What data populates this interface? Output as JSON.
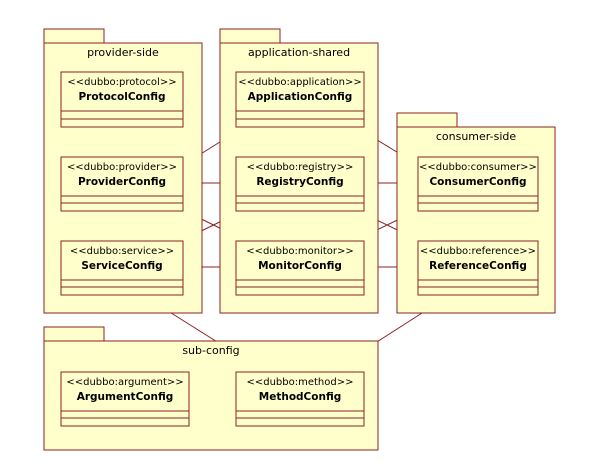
{
  "colors": {
    "fill": "#ffffcc",
    "stroke": "#8a2323"
  },
  "packages": {
    "provider_side": {
      "label": "provider-side"
    },
    "application_shared": {
      "label": "application-shared"
    },
    "consumer_side": {
      "label": "consumer-side"
    },
    "sub_config": {
      "label": "sub-config"
    }
  },
  "classes": {
    "protocol": {
      "stereotype": "<<dubbo:protocol>>",
      "name": "ProtocolConfig"
    },
    "provider": {
      "stereotype": "<<dubbo:provider>>",
      "name": "ProviderConfig"
    },
    "service": {
      "stereotype": "<<dubbo:service>>",
      "name": "ServiceConfig"
    },
    "application": {
      "stereotype": "<<dubbo:application>>",
      "name": "ApplicationConfig"
    },
    "registry": {
      "stereotype": "<<dubbo:registry>>",
      "name": "RegistryConfig"
    },
    "monitor": {
      "stereotype": "<<dubbo:monitor>>",
      "name": "MonitorConfig"
    },
    "consumer": {
      "stereotype": "<<dubbo:consumer>>",
      "name": "ConsumerConfig"
    },
    "reference": {
      "stereotype": "<<dubbo:reference>>",
      "name": "ReferenceConfig"
    },
    "argument": {
      "stereotype": "<<dubbo:argument>>",
      "name": "ArgumentConfig"
    },
    "method": {
      "stereotype": "<<dubbo:method>>",
      "name": "MethodConfig"
    }
  }
}
